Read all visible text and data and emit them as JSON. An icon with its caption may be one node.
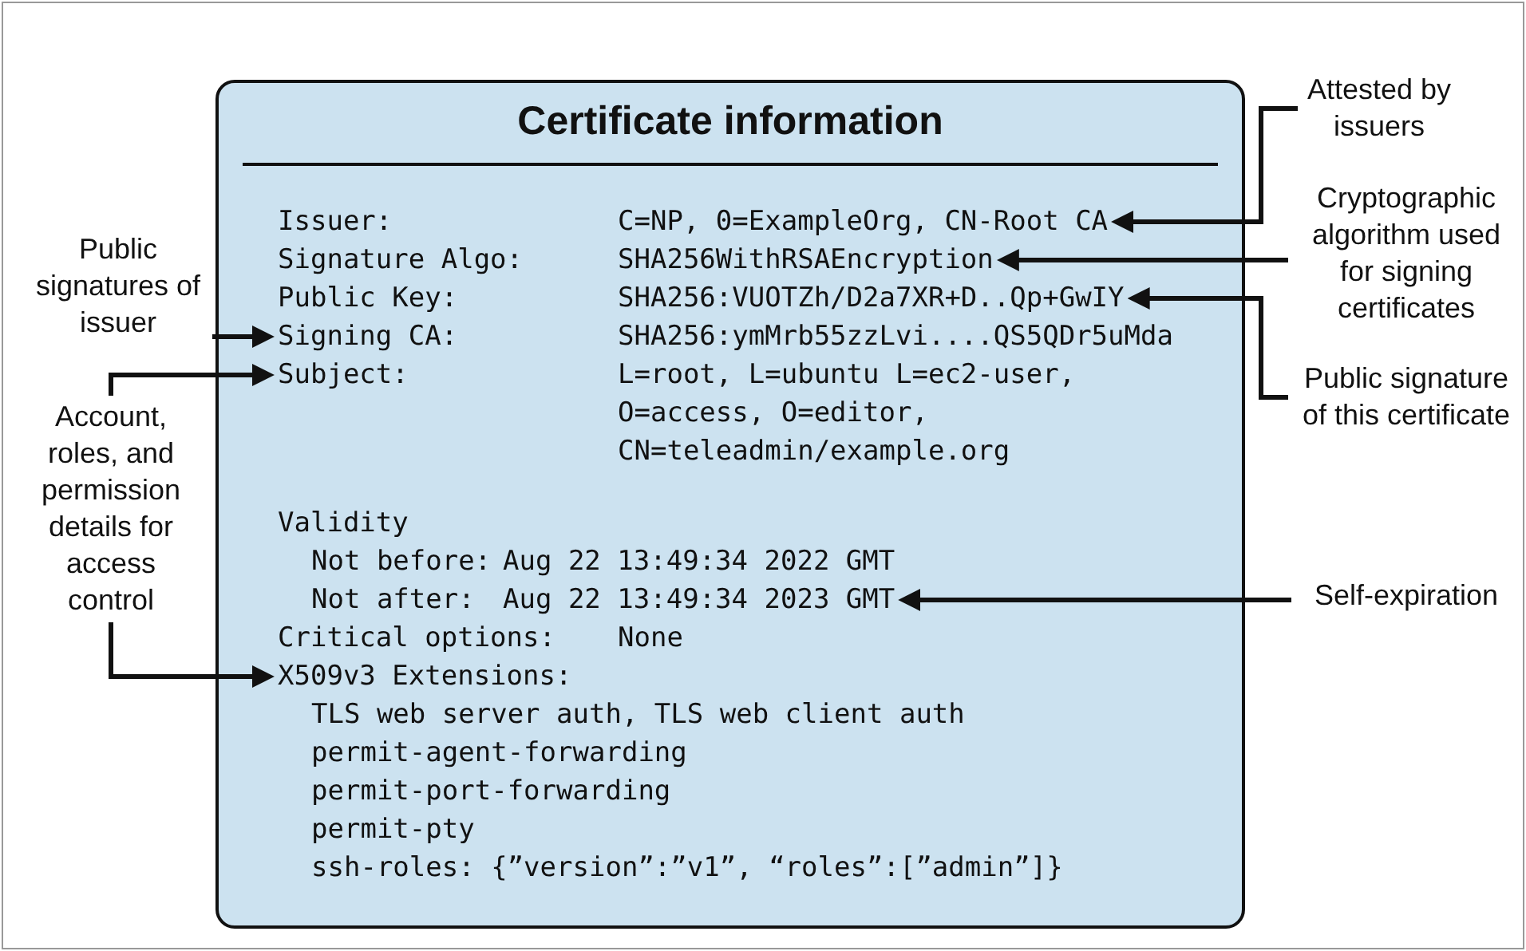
{
  "diagram": {
    "nodes": [
      {
        "text": [
          "Certificate information"
        ]
      },
      {
        "text": [
          "Attested by issuers"
        ]
      },
      {
        "text": [
          "C=NP, 0=ExampleOrg, CN-Root CA"
        ],
        "in": 0
      },
      {
        "text": [
          "Cryptographic algorithm used for signing certificates"
        ]
      },
      {
        "text": [
          "SHA256WithRSAEncryption"
        ],
        "in": 0
      },
      {
        "text": [
          "Public signatures of issuer"
        ]
      },
      {
        "text": [
          "Signing CA:"
        ],
        "in": 0
      },
      {
        "text": [
          "SHA256:VUOTZh/D2a7XR+D..Qp+GwIY"
        ],
        "in": 0
      },
      {
        "text": [
          "Public signature of this certificate"
        ]
      },
      {
        "text": [
          "Subject:"
        ],
        "in": 0
      },
      {
        "text": [
          "Account, roles, and permission details for access control"
        ]
      },
      {
        "text": [
          "Aug 22 13:49:34 2023 GMT"
        ],
        "in": 0
      },
      {
        "text": [
          "Self-expiration"
        ]
      },
      {
        "text": [
          "X509v3 Extensions:"
        ],
        "in": 0
      }
    ],
    "edges": [
      {
        "from": 1,
        "to": 2,
        "arrow": "to"
      },
      {
        "from": 3,
        "to": 4,
        "arrow": "to"
      },
      {
        "from": 8,
        "to": 7,
        "arrow": "to"
      },
      {
        "from": 12,
        "to": 11,
        "arrow": "to"
      },
      {
        "from": 5,
        "to": 6,
        "arrow": "to"
      },
      {
        "from": 10,
        "to": 9,
        "arrow": "to"
      },
      {
        "from": 10,
        "to": 13,
        "arrow": "to"
      }
    ],
    "labels": [
      "Issuer:",
      "Signature Algo:",
      "Public Key:",
      "SHA256:ymMrb55zzLvi....QS5QDr5uMda",
      "L=root, L=ubuntu L=ec2-user, O=access, O=editor, CN=teleadmin/example.org",
      "Validity",
      "Not before:",
      "Aug 22 13:49:34 2022 GMT",
      "Not after:",
      "Critical options:",
      "None",
      "TLS web server auth, TLS web client auth",
      "permit-agent-forwarding",
      "permit-port-forwarding",
      "permit-pty",
      "ssh-roles: {”version”:”v1”, “roles”:[”admin”]}"
    ]
  }
}
